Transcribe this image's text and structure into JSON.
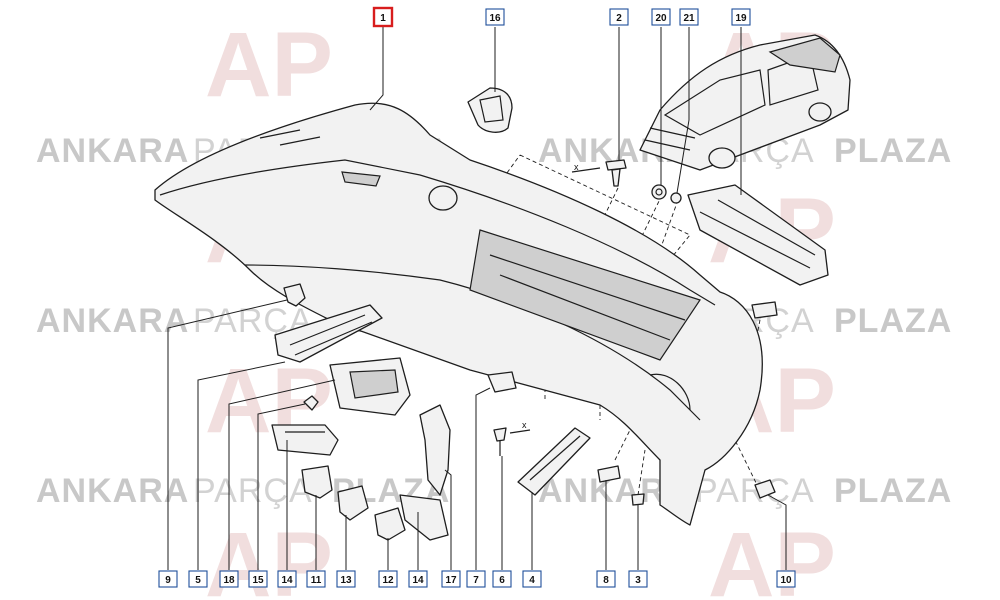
{
  "watermark": {
    "brand_bold_1": "ANKARA",
    "brand_light": "PARÇA",
    "brand_bold_2": "PLAZA",
    "logo_mark": "AP"
  },
  "axis_marks": [
    "x",
    "x"
  ],
  "callouts": [
    {
      "id": "c1",
      "label": "1",
      "highlight": true
    },
    {
      "id": "c16",
      "label": "16"
    },
    {
      "id": "c2",
      "label": "2"
    },
    {
      "id": "c20",
      "label": "20"
    },
    {
      "id": "c21",
      "label": "21"
    },
    {
      "id": "c19",
      "label": "19"
    },
    {
      "id": "c9",
      "label": "9"
    },
    {
      "id": "c5",
      "label": "5"
    },
    {
      "id": "c18",
      "label": "18"
    },
    {
      "id": "c15",
      "label": "15"
    },
    {
      "id": "c14a",
      "label": "14"
    },
    {
      "id": "c11",
      "label": "11"
    },
    {
      "id": "c13",
      "label": "13"
    },
    {
      "id": "c12",
      "label": "12"
    },
    {
      "id": "c14b",
      "label": "14"
    },
    {
      "id": "c17",
      "label": "17"
    },
    {
      "id": "c7",
      "label": "7"
    },
    {
      "id": "c6",
      "label": "6"
    },
    {
      "id": "c4",
      "label": "4"
    },
    {
      "id": "c8",
      "label": "8"
    },
    {
      "id": "c3",
      "label": "3"
    },
    {
      "id": "c10",
      "label": "10"
    }
  ],
  "colors": {
    "callout_border": "#1e4f9a",
    "callout_highlight_border": "#d81d1d",
    "watermark_logo": "#f1dede",
    "watermark_text": "#c8c8c8"
  }
}
